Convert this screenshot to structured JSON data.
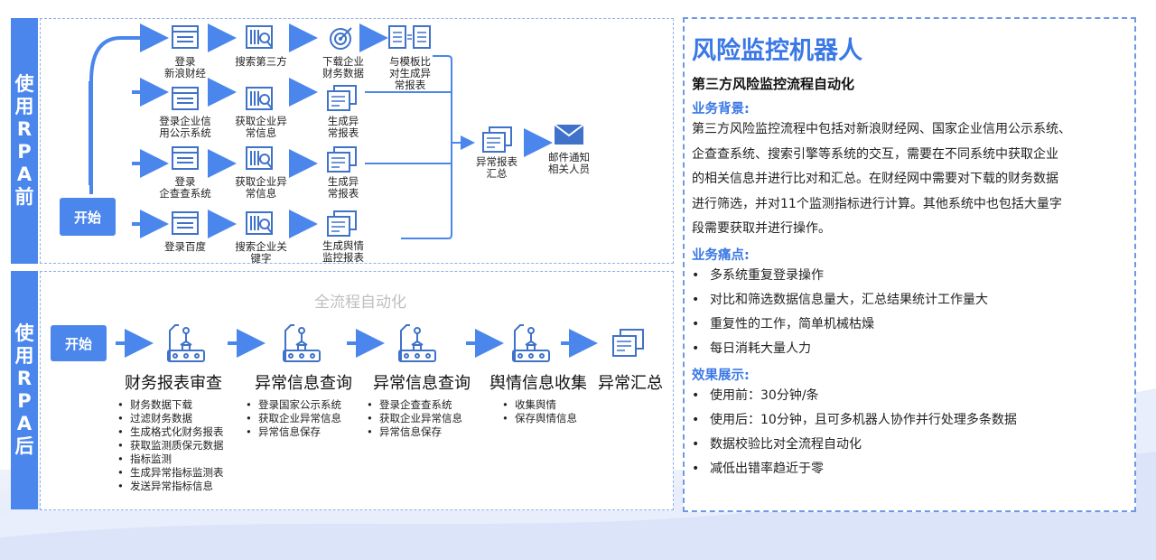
{
  "before": {
    "side_label": [
      "使",
      "用",
      "R",
      "P",
      "A",
      "前"
    ],
    "start": "开始",
    "rows": [
      {
        "s1": "登录\n新浪财经",
        "s2": "搜索第三方",
        "s3": "下载企业\n财务数据",
        "s4": "与模板比\n对生成异\n常报表"
      },
      {
        "s1": "登录企业信\n用公示系统",
        "s2": "获取企业异\n常信息",
        "s3": "生成异\n常报表"
      },
      {
        "s1": "登录\n企查查系统",
        "s2": "获取企业异\n常信息",
        "s3": "生成异\n常报表"
      },
      {
        "s1": "登录百度",
        "s2": "搜索企业关\n键字",
        "s3": "生成舆情\n监控报表"
      }
    ],
    "merge": "异常报表\n汇总",
    "notify": "邮件通知\n相关人员"
  },
  "after": {
    "side_label": [
      "使",
      "用",
      "R",
      "P",
      "A",
      "后"
    ],
    "note": "全流程自动化",
    "start": "开始",
    "stages": [
      {
        "title": "财务报表审查",
        "items": [
          "财务数据下载",
          "过滤财务数据",
          "生成格式化财务报表",
          "获取监测质保元数据",
          "指标监测",
          "生成异常指标监测表",
          "发送异常指标信息"
        ]
      },
      {
        "title": "异常信息查询",
        "items": [
          "登录国家公示系统",
          "获取企业异常信息",
          "异常信息保存"
        ]
      },
      {
        "title": "异常信息查询",
        "items": [
          "登录企查查系统",
          "获取企业异常信息",
          "异常信息保存"
        ]
      },
      {
        "title": "舆情信息收集",
        "items": [
          "收集舆情",
          "保存舆情信息"
        ]
      },
      {
        "title": "异常汇总",
        "items": []
      }
    ]
  },
  "right": {
    "title": "风险监控机器人",
    "subtitle": "第三方风险监控流程自动化",
    "bg_heading": "业务背景:",
    "bg_lines": [
      "第三方风险监控流程中包括对新浪财经网、国家企业信用公示系统、",
      "企查查系统、搜索引擎等系统的交互，需要在不同系统中获取企业",
      "的相关信息并进行比对和汇总。在财经网中需要对下载的财务数据",
      "进行筛选，并对11个监测指标进行计算。其他系统中也包括大量字",
      "段需要获取并进行操作。"
    ],
    "pain_heading": "业务痛点:",
    "pain_items": [
      "多系统重复登录操作",
      "对比和筛选数据信息量大，汇总结果统计工作量大",
      "重复性的工作，简单机械枯燥",
      "每日消耗大量人力"
    ],
    "effect_heading": "效果展示:",
    "effect_items": [
      "使用前：30分钟/条",
      "使用后：10分钟，且可多机器人协作并行处理多条数据",
      "数据校验比对全流程自动化",
      "减低出错率趋近于零"
    ]
  },
  "colors": {
    "accent": "#4a86ec",
    "title_blue": "#3a78e6",
    "icon_blue": "#3f72c9"
  }
}
